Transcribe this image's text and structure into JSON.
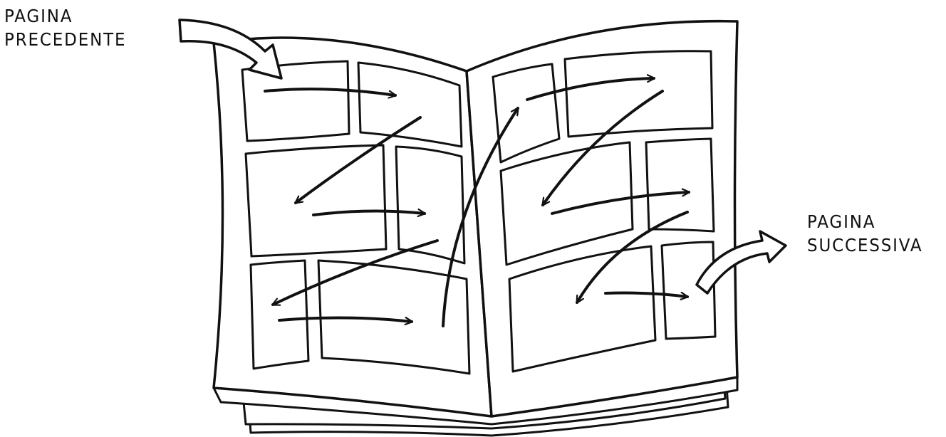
{
  "labels": {
    "previous": {
      "line1": "PAGINA",
      "line2": "PRECEDENTE"
    },
    "next": {
      "line1": "PAGINA",
      "line2": "SUCCESSIVA"
    }
  },
  "colors": {
    "ink": "#111111",
    "paper": "#ffffff"
  }
}
